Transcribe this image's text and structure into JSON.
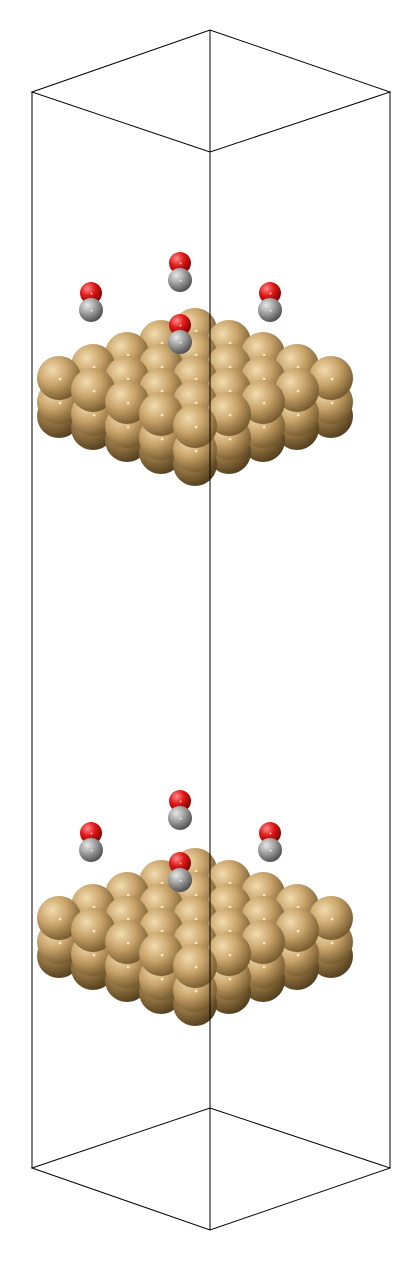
{
  "scene": {
    "type": "atomic-structure-render",
    "description_visible_text": "",
    "cell": {
      "shape": "rectangular-box",
      "line_color": "#000000"
    },
    "slabs": [
      {
        "name": "upper-slab",
        "metal_color": "#c8a36a",
        "adsorbate": "CO",
        "adsorbate_count": 4
      },
      {
        "name": "lower-slab",
        "metal_color": "#c8a36a",
        "adsorbate": "CO",
        "adsorbate_count": 4
      }
    ],
    "elements": {
      "metal": {
        "color": "#c8a36a",
        "shade": "#7a5d30"
      },
      "carbon": {
        "color": "#9a9a9a",
        "shade": "#4a4a4a"
      },
      "oxygen": {
        "color": "#e01818",
        "shade": "#7a0000"
      }
    }
  }
}
